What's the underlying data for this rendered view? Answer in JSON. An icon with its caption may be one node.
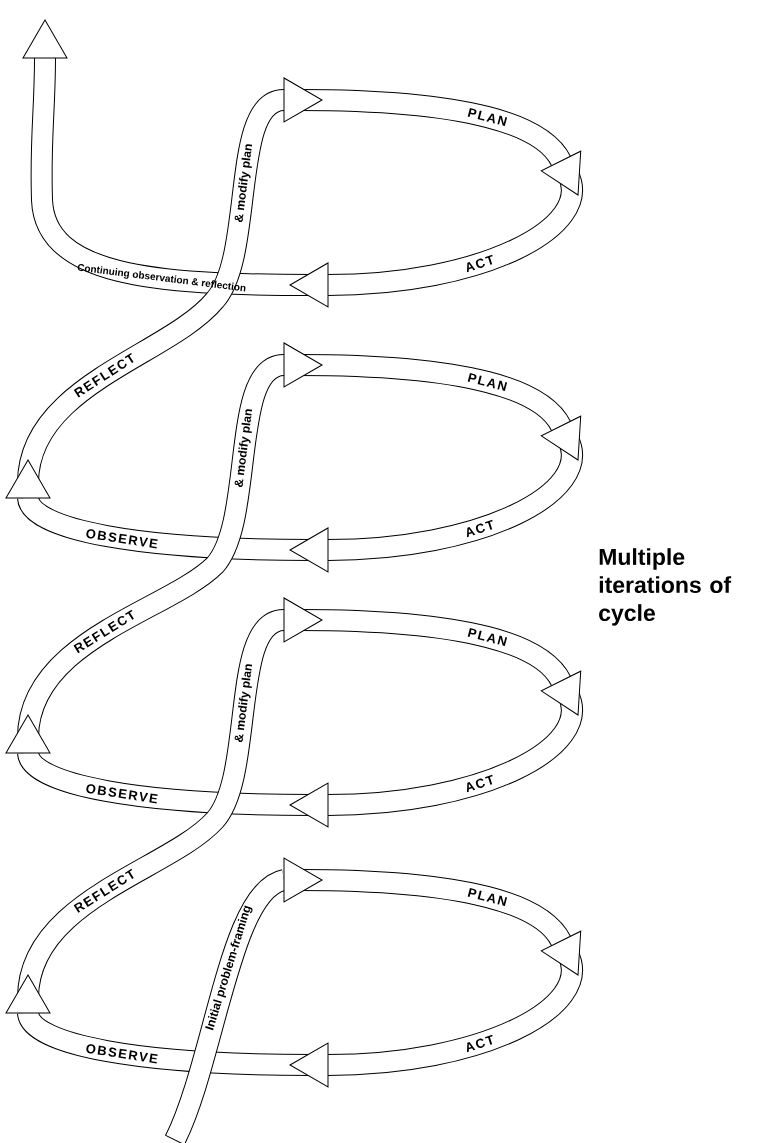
{
  "diagram": {
    "labels": [
      "Continuing observation & reflection",
      "& modify plan",
      "PLAN",
      "ACT",
      "REFLECT",
      "& modify plan",
      "PLAN",
      "OBSERVE",
      "ACT",
      "Multiple iterations of cycle",
      "REFLECT",
      "& modify plan",
      "PLAN",
      "OBSERVE",
      "ACT",
      "REFLECT",
      "Initial problem-framing",
      "PLAN",
      "OBSERVE",
      "ACT"
    ]
  }
}
